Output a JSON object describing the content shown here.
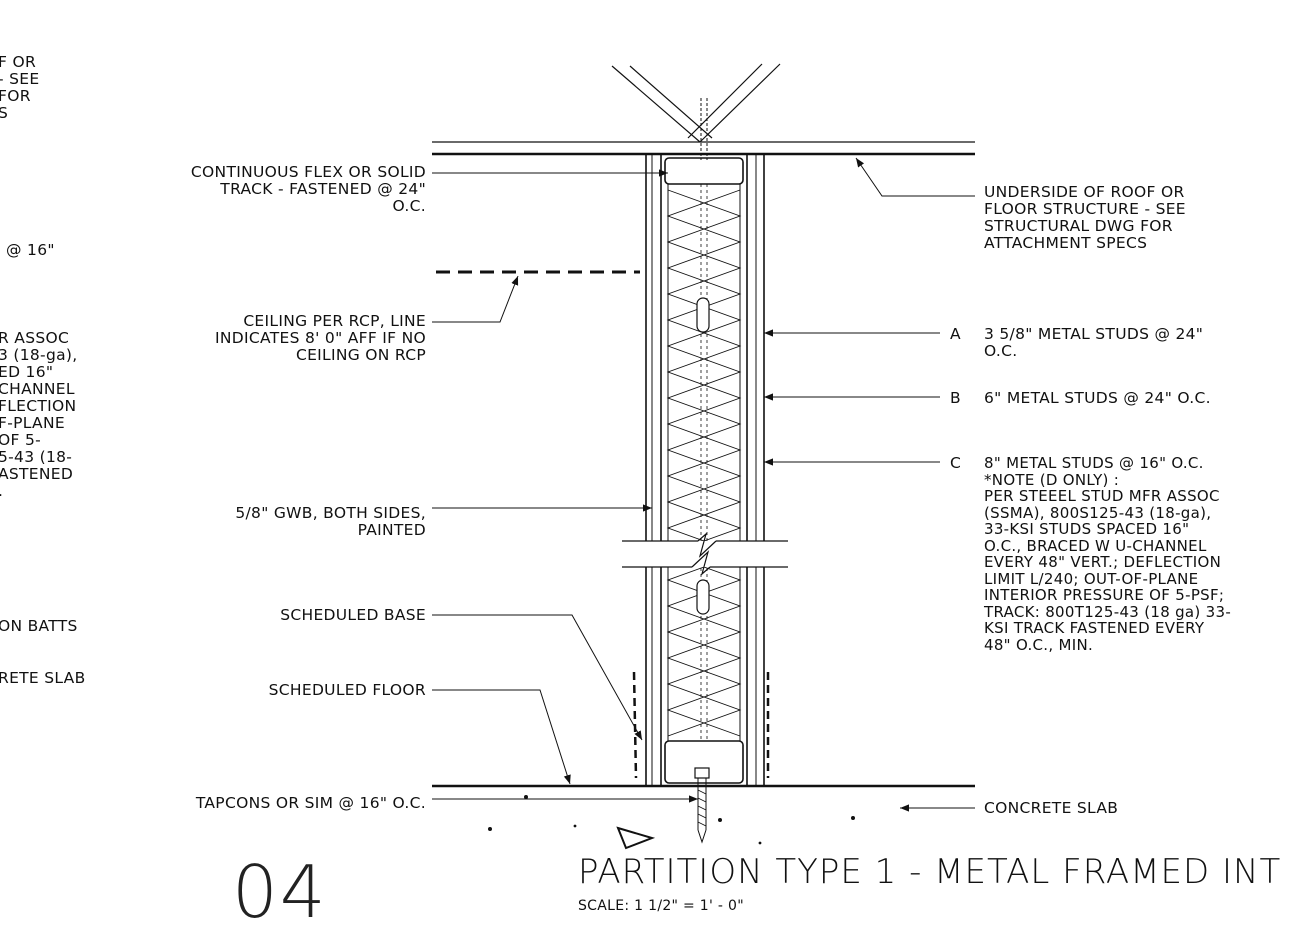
{
  "left_fragments": [
    {
      "id": "lf1",
      "text": "F OR\n- SEE\nFOR\nS"
    },
    {
      "id": "lf2",
      "text": "@ 16\""
    },
    {
      "id": "lf3",
      "text": "R ASSOC\n3 (18-ga),\nED 16\"\nCHANNEL\nFLECTION\nF-PLANE\nOF 5-\n5-43 (18-\nASTENED\n."
    },
    {
      "id": "lf4",
      "text": "ON BATTS"
    },
    {
      "id": "lf5",
      "text": "RETE SLAB"
    }
  ],
  "left_callouts": [
    {
      "text": "CONTINUOUS FLEX OR SOLID\nTRACK - FASTENED @ 24\"\nO.C."
    },
    {
      "text": "CEILING PER RCP, LINE\nINDICATES 8' 0\" AFF IF NO\nCEILING ON RCP"
    },
    {
      "text": "5/8\" GWB, BOTH SIDES,\nPAINTED"
    },
    {
      "text": "SCHEDULED BASE"
    },
    {
      "text": "SCHEDULED FLOOR"
    },
    {
      "text": "TAPCONS OR SIM @ 16\" O.C."
    }
  ],
  "right_callouts": [
    {
      "text": "UNDERSIDE OF ROOF OR\nFLOOR STRUCTURE - SEE\nSTRUCTURAL DWG FOR\nATTACHMENT SPECS"
    },
    {
      "letter": "A",
      "text": "3 5/8\" METAL STUDS @ 24\"\nO.C."
    },
    {
      "letter": "B",
      "text": "6\" METAL STUDS @ 24\" O.C."
    },
    {
      "letter": "C",
      "text": "8\" METAL STUDS @ 16\" O.C.\n*NOTE (D ONLY) :\nPER STEEEL STUD MFR ASSOC\n(SSMA), 800S125-43 (18-ga),\n33-KSI STUDS SPACED 16\"\nO.C., BRACED W U-CHANNEL\nEVERY 48\" VERT.; DEFLECTION\nLIMIT L/240; OUT-OF-PLANE\nINTERIOR PRESSURE OF 5-PSF;\nTRACK: 800T125-43 (18 ga) 33-\nKSI TRACK FASTENED EVERY\n48\" O.C., MIN."
    },
    {
      "text": "CONCRETE SLAB"
    }
  ],
  "detail": {
    "number": "04",
    "title": "PARTITION TYPE 1 - METAL FRAMED INT",
    "scale": "SCALE: 1 1/2\" = 1' - 0\""
  }
}
